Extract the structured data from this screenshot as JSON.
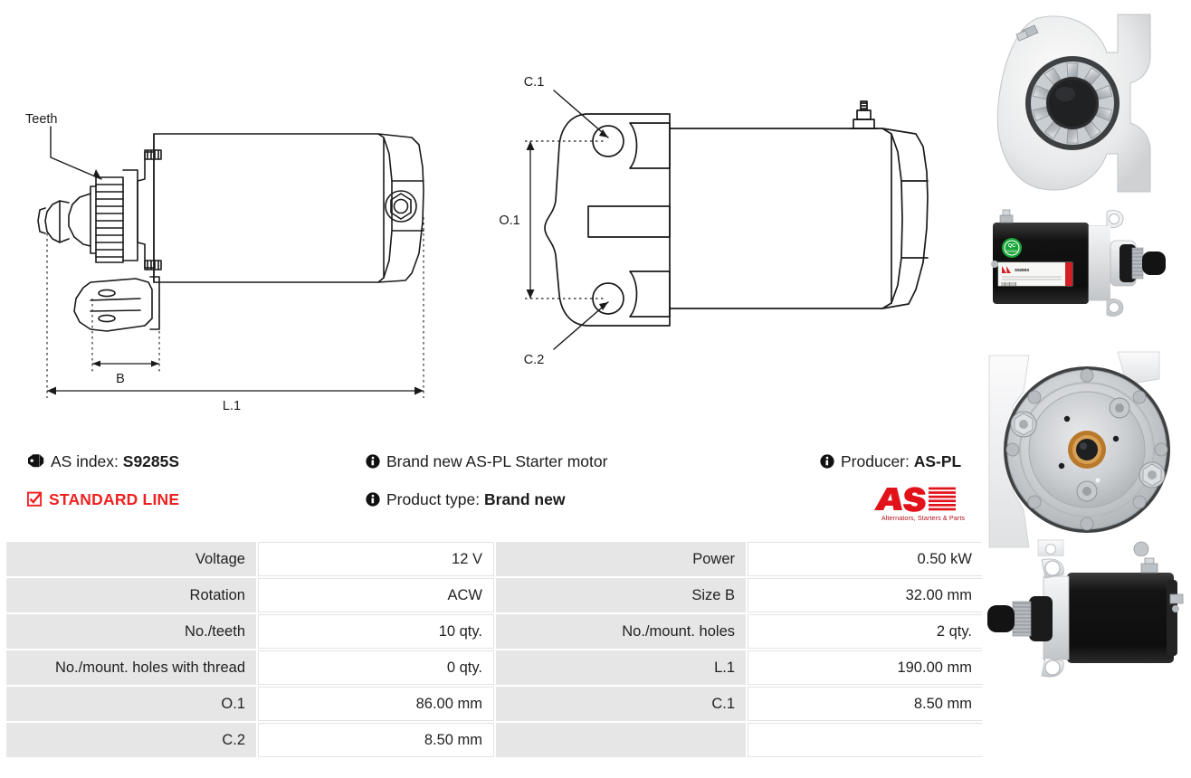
{
  "drawing": {
    "labels": {
      "teeth": "Teeth",
      "dim_b": "B",
      "dim_l1": "L.1",
      "dim_o1": "O.1",
      "dim_c1": "C.1",
      "dim_c2": "C.2"
    }
  },
  "info": {
    "as_index_label": "AS index:",
    "as_index_value": "S9285S",
    "line_badge": "STANDARD LINE",
    "description": "Brand new AS-PL Starter motor",
    "product_type_label": "Product type:",
    "product_type_value": "Brand new",
    "producer_label": "Producer:",
    "producer_value": "AS-PL",
    "icons": {
      "tag": "tag-icon",
      "check": "checkbox-checked-icon",
      "info": "info-icon"
    }
  },
  "brand": {
    "name": "AS",
    "tagline": "Alternators, Starters & Parts",
    "color": "#e2121b"
  },
  "specs": {
    "rows": [
      {
        "label_left": "Voltage",
        "value_left": "12 V",
        "label_right": "Power",
        "value_right": "0.50 kW"
      },
      {
        "label_left": "Rotation",
        "value_left": "ACW",
        "label_right": "Size B",
        "value_right": "32.00 mm"
      },
      {
        "label_left": "No./teeth",
        "value_left": "10 qty.",
        "label_right": "No./mount. holes",
        "value_right": "2 qty."
      },
      {
        "label_left": "No./mount. holes with thread",
        "value_left": "0 qty.",
        "label_right": "L.1",
        "value_right": "190.00 mm"
      },
      {
        "label_left": "O.1",
        "value_left": "86.00 mm",
        "label_right": "C.1",
        "value_right": "8.50 mm"
      },
      {
        "label_left": "C.2",
        "value_left": "8.50 mm",
        "label_right": "",
        "value_right": ""
      }
    ]
  },
  "photos": [
    {
      "name": "starter-front-pinion-view"
    },
    {
      "name": "starter-side-view-with-label"
    },
    {
      "name": "starter-rear-endcap-view"
    },
    {
      "name": "starter-side-profile-view"
    }
  ]
}
